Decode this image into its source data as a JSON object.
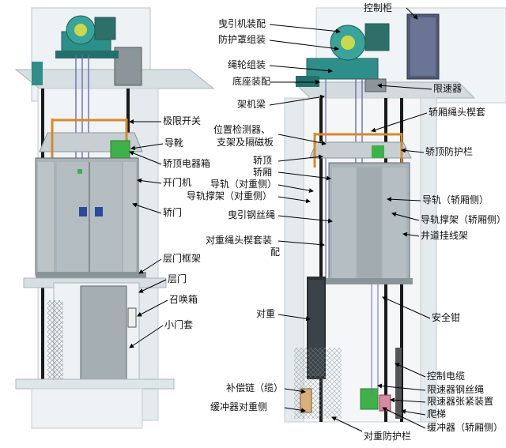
{
  "labels": {
    "traction_machine": "曳引机装配",
    "guard_cover": "防护罩组装",
    "sheave": "绳轮组装",
    "base": "底座装配",
    "beam": "架机梁",
    "position_detector_line1": "位置检测器、",
    "position_detector_line2": "支架及隔磁板",
    "car_top": "轿顶",
    "car": "轿厢",
    "cw_rail": "导轨（对重侧）",
    "cw_rail_bracket": "导轨撑架（对重侧）",
    "traction_rope": "曳引钢丝绳",
    "cw_rope_socket_line1": "对重绳头楔套装",
    "cw_rope_socket_line2": "配",
    "counterweight": "对重",
    "comp_chain": "补偿链（缆）",
    "cw_buffer": "缓冲器对重侧",
    "cw_guard": "对重防护栏",
    "control_cabinet": "控制柜",
    "governor": "限速器",
    "car_rope_socket": "轿厢绳头楔套",
    "car_top_rail": "轿顶防护栏",
    "car_rail": "导轨（轿厢侧）",
    "car_rail_bracket": "导轨撑架（轿厢侧）",
    "shaft_cable_bracket": "井道挂线架",
    "safety_gear": "安全钳",
    "control_cable": "控制电缆",
    "governor_rope": "限速器钢丝绳",
    "governor_tension": "限速器张紧装置",
    "ladder": "爬梯",
    "car_buffer": "缓冲器（轿厢侧）",
    "limit_switch": "极限开关",
    "guide_shoe": "导靴",
    "car_top_box": "轿顶电器箱",
    "door_operator": "开门机",
    "car_door": "轿门",
    "landing_frame": "层门框架",
    "landing_door": "层门",
    "call_box": "召唤箱",
    "door_jamb": "小门套"
  },
  "colors": {
    "machine": "#2e8f8a",
    "shaft": "#dfe6ea",
    "car_panel": "#a7b0b4",
    "rail": "#1a1a1a",
    "leader": "#000000"
  }
}
